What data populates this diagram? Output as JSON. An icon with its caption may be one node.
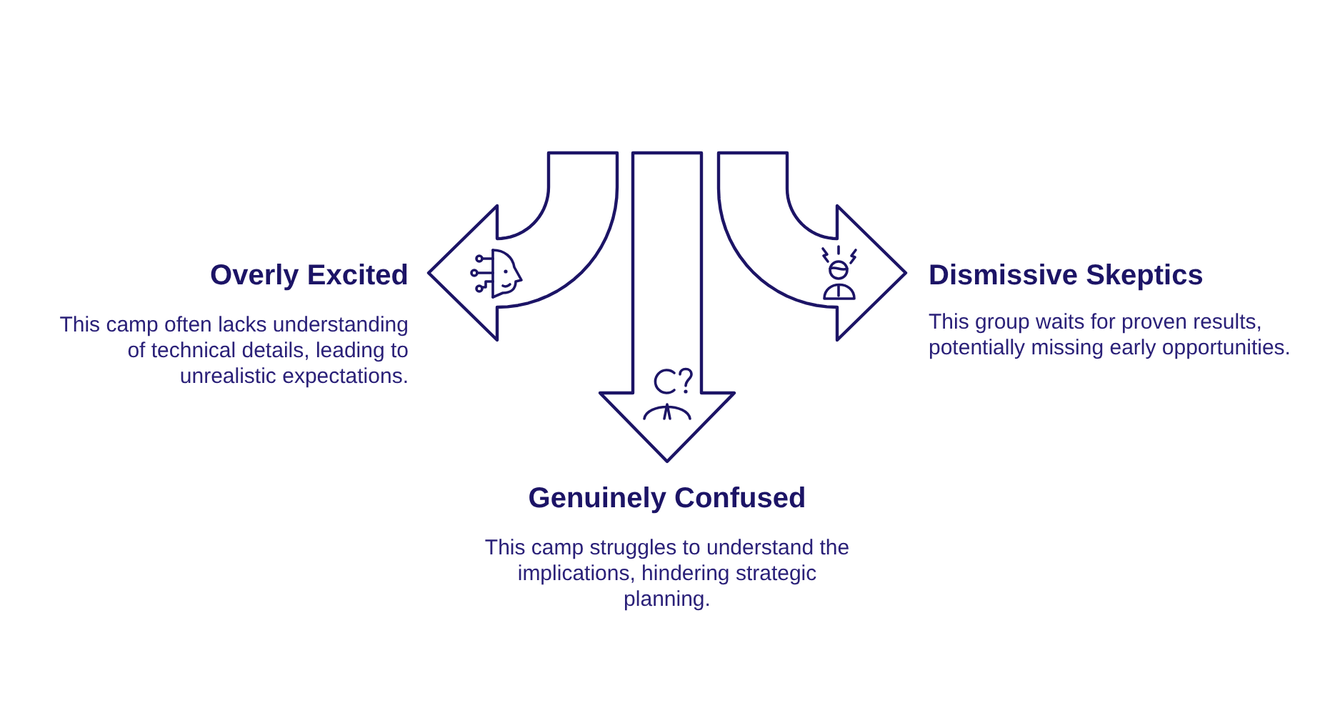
{
  "diagram": {
    "nodes": [
      {
        "text": [
          "Overly Excited",
          "This camp often lacks understanding of technical details, leading to unrealistic expectations."
        ]
      },
      {
        "text": [
          "Dismissive Skeptics",
          "This group waits for proven results, potentially missing early opportunities."
        ]
      },
      {
        "text": [
          "Genuinely Confused",
          "This camp struggles to understand the implications, hindering strategic planning."
        ]
      }
    ],
    "edges": [
      {
        "from": null,
        "to": 0,
        "arrow": "to"
      },
      {
        "from": null,
        "to": 2,
        "arrow": "to"
      },
      {
        "from": null,
        "to": 1,
        "arrow": "to"
      }
    ]
  }
}
